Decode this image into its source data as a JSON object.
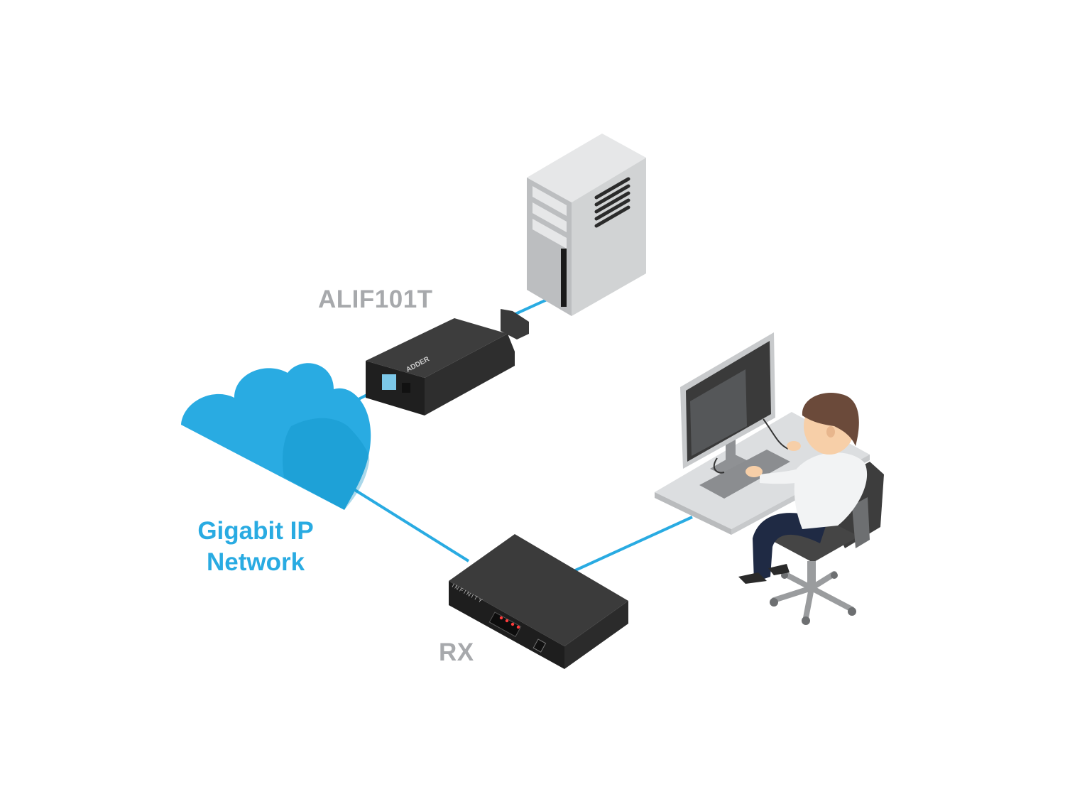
{
  "labels": {
    "transmitter": "ALIF101T",
    "receiver": "RX",
    "network_line1": "Gigabit IP",
    "network_line2": "Network"
  },
  "devices": {
    "transmitter_logo": "ADDER",
    "receiver_brand": "INFINITY"
  },
  "icons": [
    "server-tower-icon",
    "cloud-network-icon",
    "alif-dongle-icon",
    "rx-receiver-box-icon",
    "workstation-user-icon"
  ],
  "colors": {
    "network_blue": "#29abe2",
    "cable_blue": "#29abe2",
    "label_gray": "#a7a9ac",
    "device_dark": "#2b2b2b"
  }
}
